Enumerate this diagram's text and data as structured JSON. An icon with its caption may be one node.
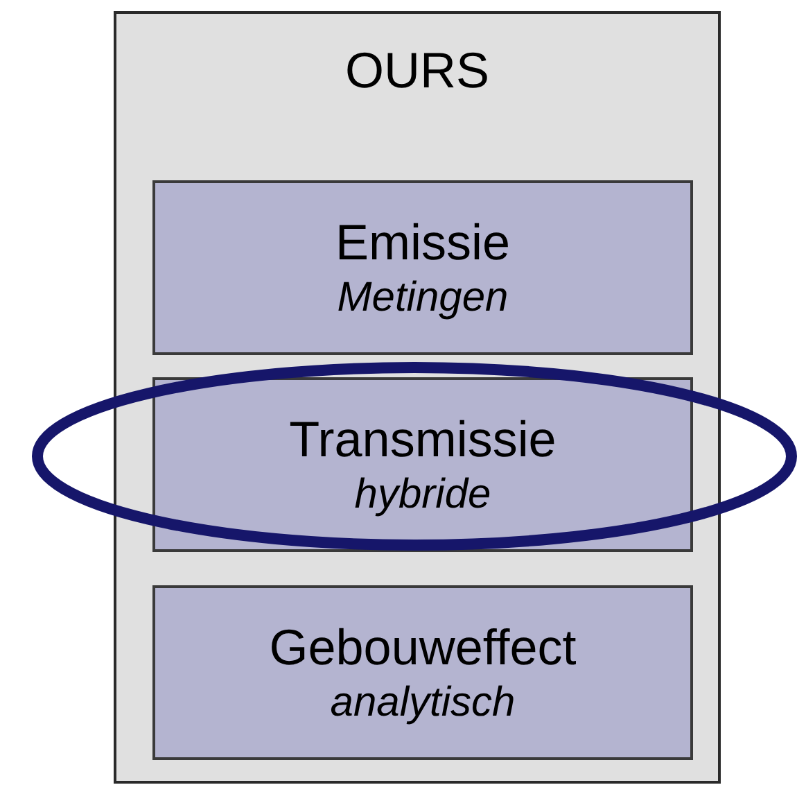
{
  "diagram": {
    "nodes": [
      {
        "text": [
          "OURS"
        ]
      },
      {
        "text": [
          "Emissie",
          "Metingen"
        ],
        "in": 0
      },
      {
        "text": [
          "Transmissie",
          "hybride"
        ],
        "in": 0
      },
      {
        "text": [
          "Gebouweffect",
          "analytisch"
        ],
        "in": 0
      }
    ]
  }
}
